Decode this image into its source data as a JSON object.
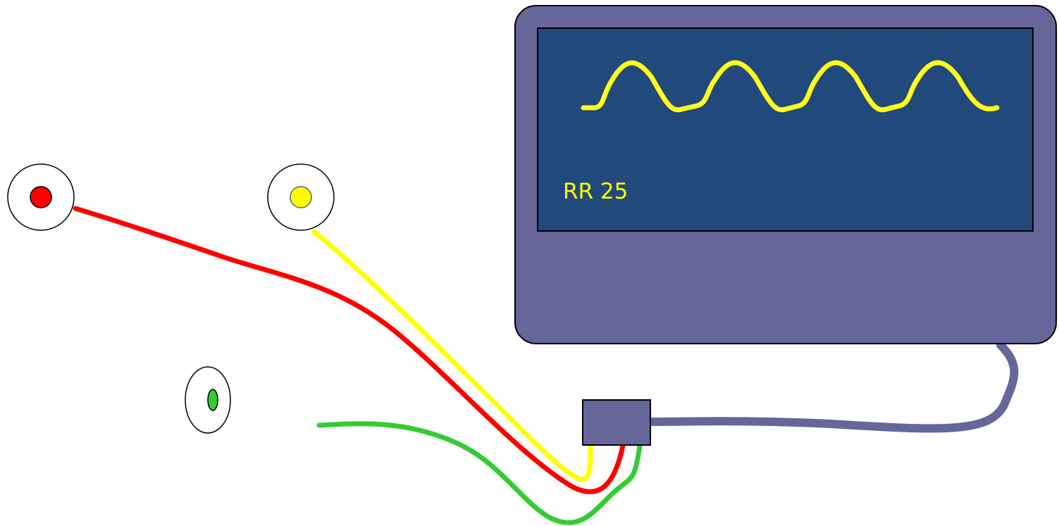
{
  "monitor": {
    "readout": "RR 25"
  },
  "colors": {
    "monitor_body": "#67669A",
    "monitor_screen": "#21497B",
    "waveform": "#FFFF1A",
    "readout_text": "#FFFF00",
    "lead_red": "#FF0000",
    "lead_yellow": "#FFFF00",
    "lead_green": "#33CC33",
    "trunk_cable": "#67669A",
    "outline": "#000000"
  },
  "electrodes": [
    {
      "name": "electrode-red",
      "color": "#FF0000"
    },
    {
      "name": "electrode-yellow",
      "color": "#FFFF00"
    },
    {
      "name": "electrode-green",
      "color": "#33CC33"
    }
  ],
  "icons": {
    "electrode": "electrode-icon",
    "connector": "connector-icon"
  }
}
